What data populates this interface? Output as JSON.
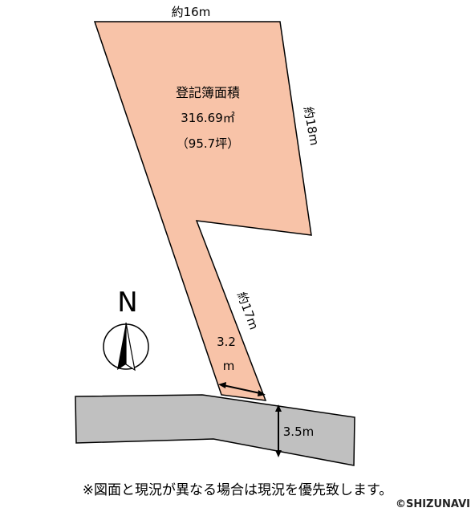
{
  "plot": {
    "fill_color": "#F8C3A8",
    "stroke_color": "#000000",
    "area_title": "登記簿面積",
    "area_sqm": "316.69㎡",
    "area_tsubo": "（95.7坪）",
    "dim_top": "約16m",
    "dim_right": "約18m",
    "dim_access_length": "約17m",
    "dim_access_width_value": "3.2",
    "dim_access_width_unit": "m"
  },
  "road": {
    "fill_color": "#C0C0C0",
    "width_label": "3.5m"
  },
  "compass": {
    "letter": "N",
    "icon": "north-arrow-icon"
  },
  "footer": {
    "note": "※図面と現況が異なる場合は現況を優先致します。",
    "copyright": "©SHIZUNAVI"
  }
}
